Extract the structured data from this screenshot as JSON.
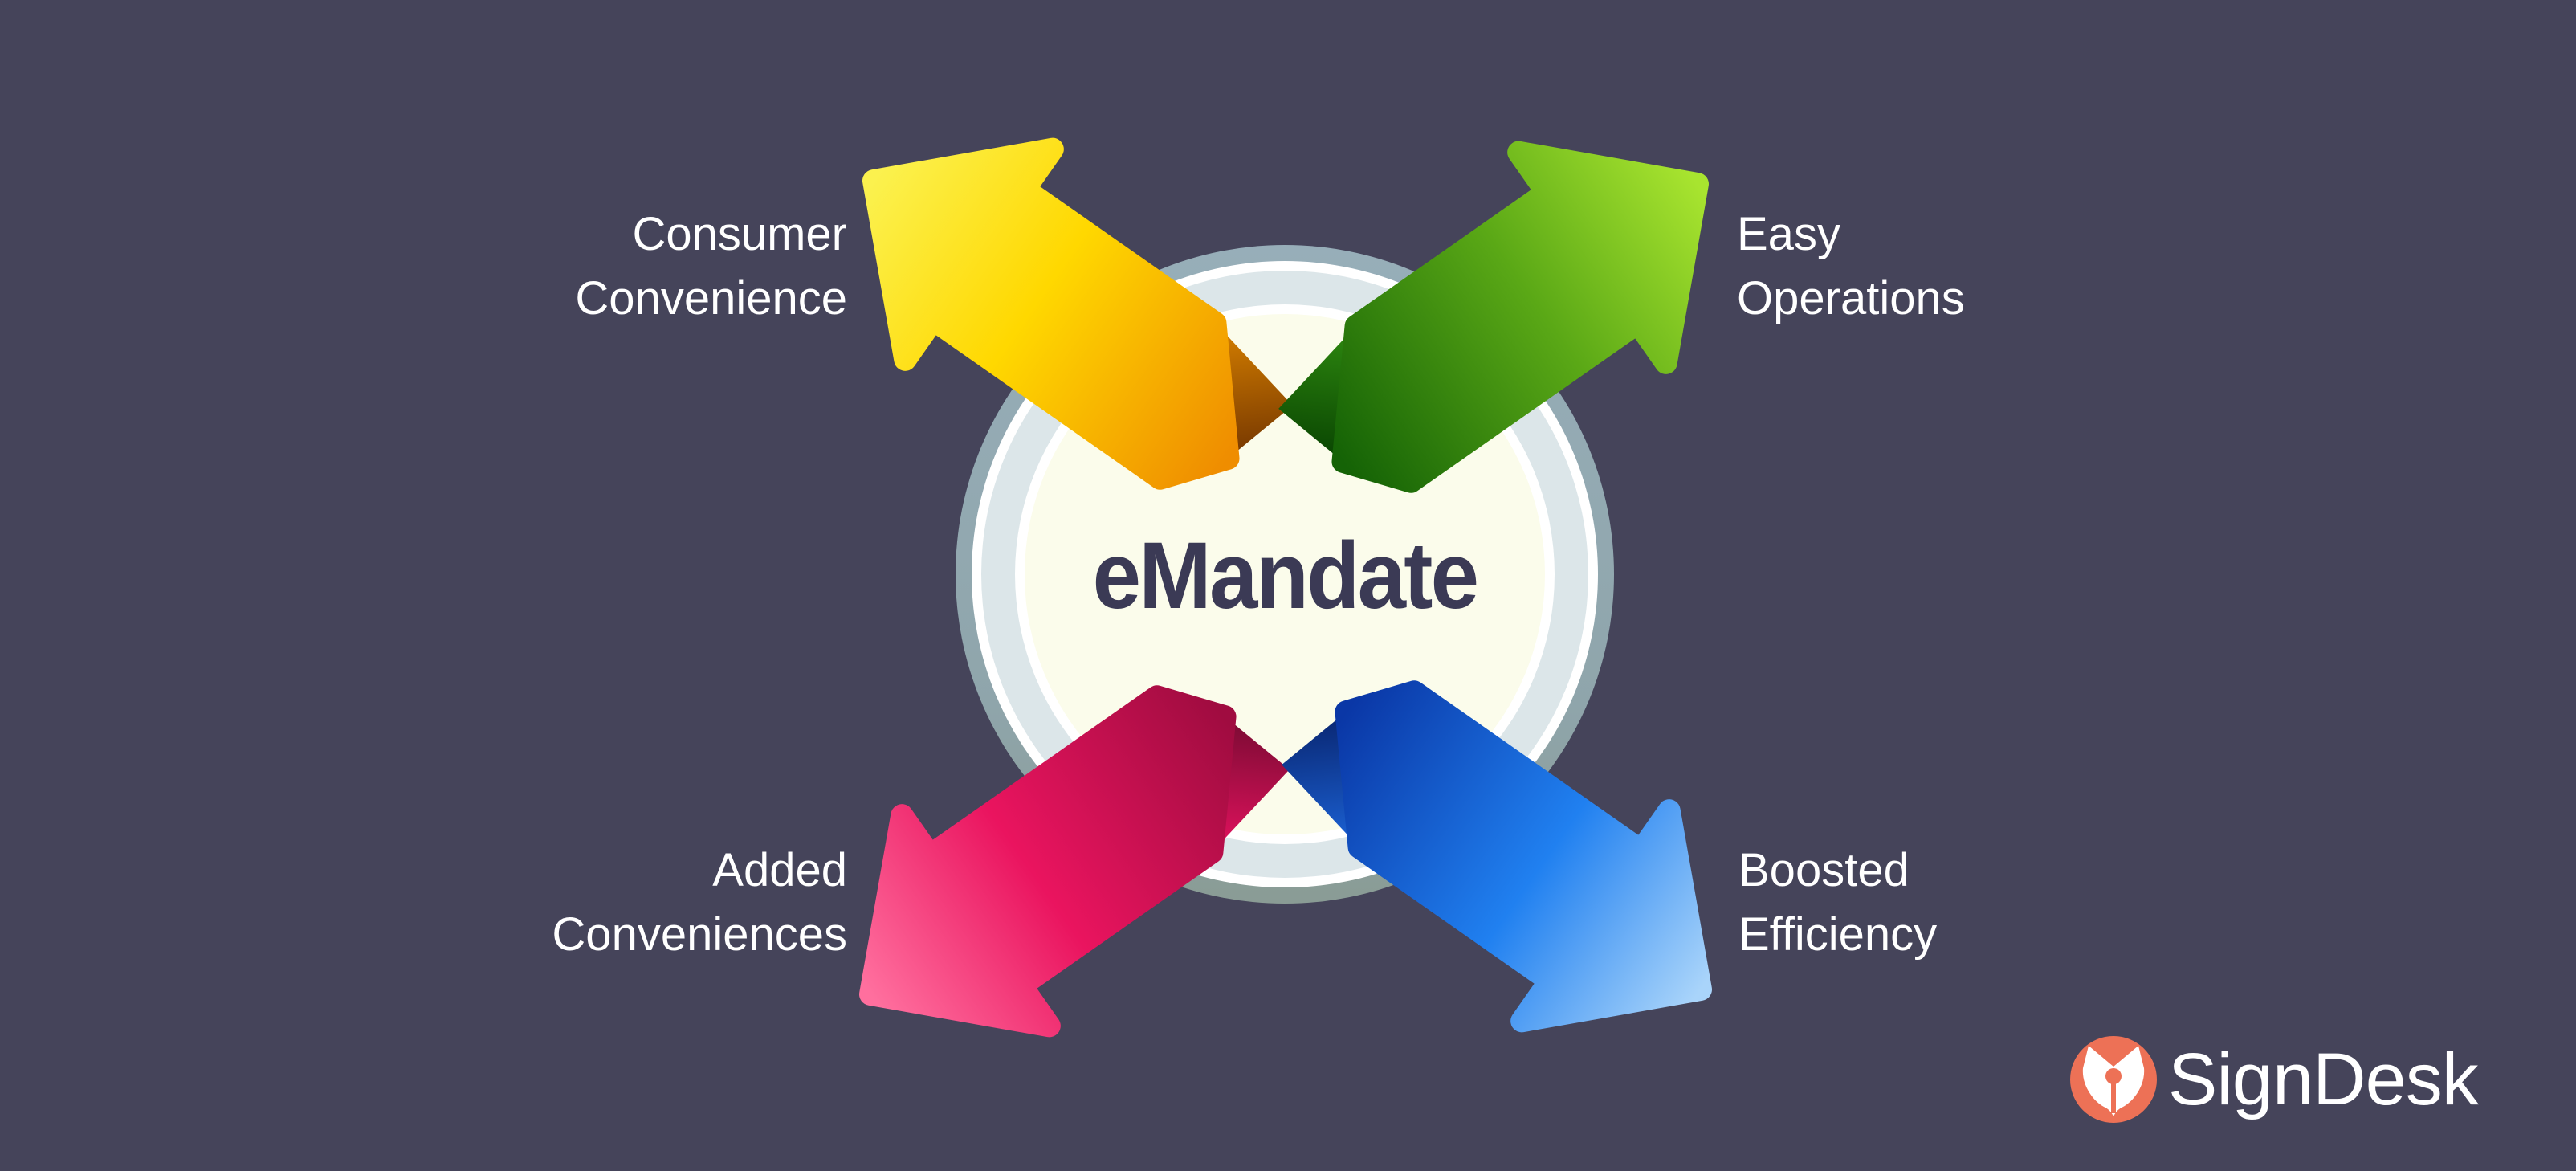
{
  "center": {
    "label": "eMandate"
  },
  "arrows": [
    {
      "id": "consumer-convenience",
      "line1": "Consumer",
      "line2": "Convenience",
      "direction": "top-left",
      "color": "#ffd800"
    },
    {
      "id": "easy-operations",
      "line1": "Easy",
      "line2": "Operations",
      "direction": "top-right",
      "color": "#5aa816"
    },
    {
      "id": "added-conveniences",
      "line1": "Added",
      "line2": "Conveniences",
      "direction": "bottom-left",
      "color": "#ea145f"
    },
    {
      "id": "boosted-efficiency",
      "line1": "Boosted",
      "line2": "Efficiency",
      "direction": "bottom-right",
      "color": "#2080f0"
    }
  ],
  "logo": {
    "text": "SignDesk",
    "icon": "pen-nib-icon",
    "accent_color": "#ed7156"
  },
  "colors": {
    "background": "#45445a",
    "circle_inner": "#fbfceb",
    "circle_ring_light": "#dce6e9",
    "circle_ring_outer": "#92abb5",
    "center_text": "#3b3a55",
    "label_text": "#ffffff"
  }
}
